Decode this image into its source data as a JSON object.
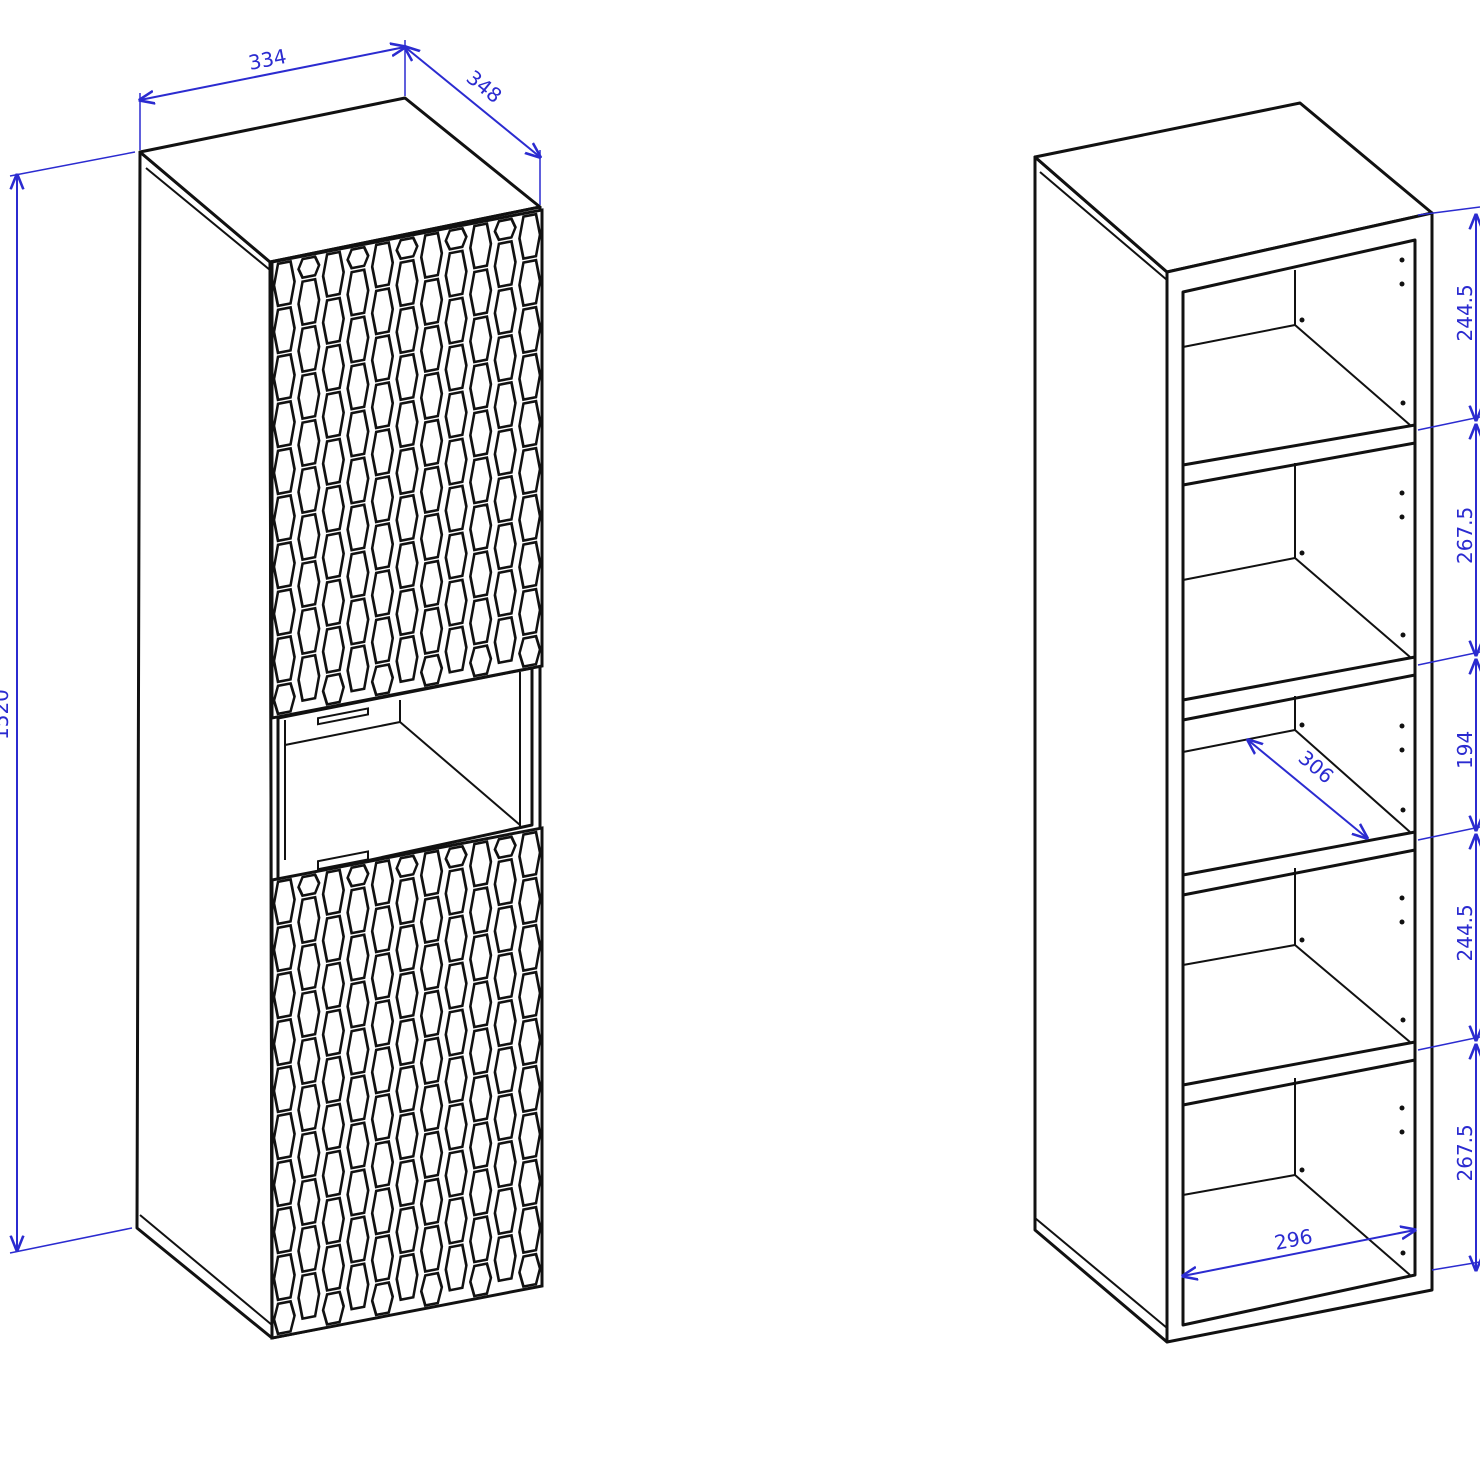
{
  "colors": {
    "dimension": "#2b2bd0",
    "outline": "#111111"
  },
  "closed_cabinet": {
    "width_label": "334",
    "depth_label": "348",
    "height_label": "1520"
  },
  "open_cabinet": {
    "shelf_heights": [
      "244.5",
      "267.5",
      "194",
      "244.5",
      "267.5"
    ],
    "inner_depth_label": "306",
    "inner_width_label": "296"
  }
}
